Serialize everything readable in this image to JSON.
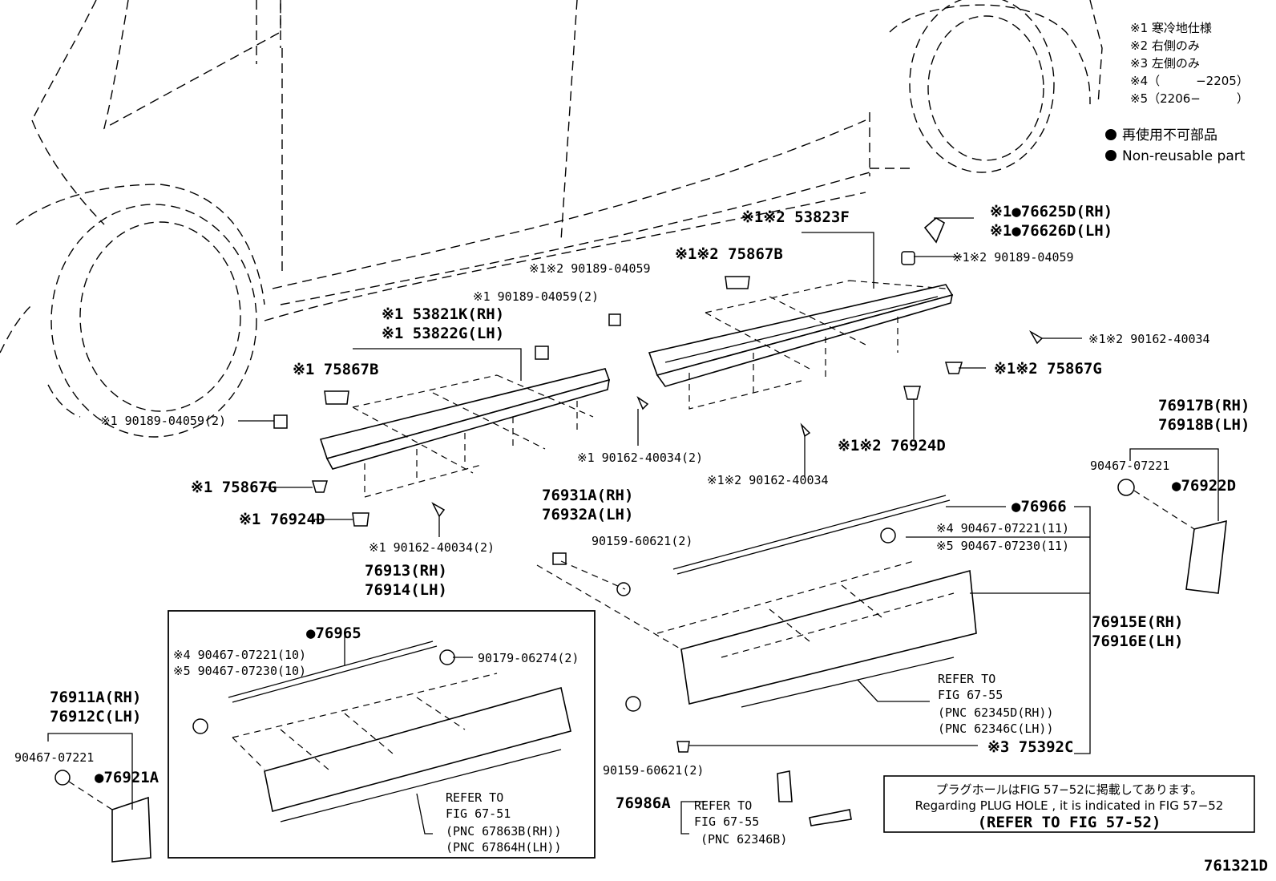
{
  "legend": {
    "notes": [
      "※1 寒冷地仕様",
      "※2 右側のみ",
      "※3 左側のみ",
      "※4（　　　−2205）",
      "※5（2206−　　　）"
    ],
    "non_reusable_jp": "再使用不可部品",
    "non_reusable_en": "Non-reusable part"
  },
  "labels": {
    "l_76625D": "※1●76625D(RH)",
    "l_76626D": "※1●76626D(LH)",
    "l_53823F": "※1※2 53823F",
    "l_75867B_r": "※1※2 75867B",
    "l_90189_r_top": "※1※2 90189-04059",
    "l_90189_r_mid": "※1※2 90189-04059",
    "l_90189_l_top": "※1 90189-04059(2)",
    "l_53821K": "※1 53821K(RH)",
    "l_53822G": "※1 53822G(LH)",
    "l_75867B_l": "※1 75867B",
    "l_90189_l_side": "※1 90189-04059(2)",
    "l_90162_r": "※1※2 90162-40034",
    "l_75867G_r": "※1※2 75867G",
    "l_76924D_r": "※1※2 76924D",
    "l_90162_l_mid": "※1 90162-40034(2)",
    "l_90162_r_bot": "※1※2 90162-40034",
    "l_75867G_l": "※1 75867G",
    "l_76924D_l": "※1 76924D",
    "l_90162_l_bot": "※1 90162-40034(2)",
    "l_76917B": "76917B(RH)",
    "l_76918B": "76918B(LH)",
    "l_90467_rr": "90467-07221",
    "l_76922D": "●76922D",
    "l_76931A": "76931A(RH)",
    "l_76932A": "76932A(LH)",
    "l_90159_top": "90159-60621(2)",
    "l_76966": "●76966",
    "l_90467_4r": "※4 90467-07221(11)",
    "l_90467_5r": "※5 90467-07230(11)",
    "l_76913": "76913(RH)",
    "l_76914": "76914(LH)",
    "l_76965": "●76965",
    "l_90467_4l": "※4 90467-07221(10)",
    "l_90467_5l": "※5 90467-07230(10)",
    "l_90179": "90179-06274(2)",
    "l_76915E": "76915E(RH)",
    "l_76916E": "76916E(LH)",
    "l_refer_r1": "REFER TO",
    "l_refer_r2": "FIG 67-55",
    "l_refer_r3": "(PNC 62345D(RH))",
    "l_refer_r4": "(PNC 62346C(LH))",
    "l_76911A": "76911A(RH)",
    "l_76912C": "76912C(LH)",
    "l_90467_fl": "90467-07221",
    "l_76921A": "●76921A",
    "l_refer_m1": "REFER TO",
    "l_refer_m2": "FIG 67-51",
    "l_refer_m3": "(PNC 67863B(RH))",
    "l_refer_m4": "(PNC 67864H(LH))",
    "l_90159_bot": "90159-60621(2)",
    "l_75392C": "※3 75392C",
    "l_76986A": "76986A",
    "l_refer_b1": "REFER TO",
    "l_refer_b2": "FIG 67-55",
    "l_refer_b3": "(PNC 62346B)"
  },
  "notice": {
    "jp": "プラグホールはFIG 57−52に掲載してあります。",
    "en": "Regarding PLUG HOLE , it is indicated in FIG 57−52",
    "ref": "(REFER TO FIG 57-52)"
  },
  "figure_id": "761321D"
}
